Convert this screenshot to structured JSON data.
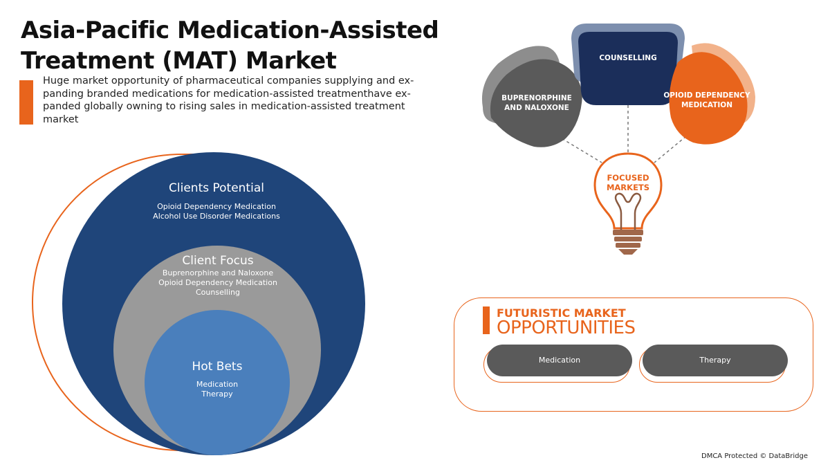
{
  "title": {
    "line1": "Asia-Pacific Medication-Assisted",
    "line2": "Treatment (MAT) Market"
  },
  "subtitle": {
    "line1": "Huge market opportunity of pharmaceutical companies supplying and ex-",
    "line2": "panding branded medications for medication-assisted treatmenthave ex-",
    "line3": "panded globally owning to rising sales in medication-assisted treatment",
    "line4": "market"
  },
  "circles": {
    "outer": {
      "heading": "Clients Potential",
      "items": [
        "Opioid Dependency Medication",
        "Alcohol Use Disorder Medications"
      ]
    },
    "middle": {
      "heading": "Client Focus",
      "items": [
        "Buprenorphine and Naloxone",
        "Opioid Dependency Medication",
        "Counselling"
      ]
    },
    "inner": {
      "heading": "Hot Bets",
      "items": [
        "Medication",
        "Therapy"
      ]
    }
  },
  "focused": {
    "cards": {
      "left": {
        "line1": "BUPRENORPHINE",
        "line2": "AND NALOXONE",
        "color": "#5a5a5a"
      },
      "center": {
        "line1": "COUNSELLING",
        "color": "#1b2e5a"
      },
      "right": {
        "line1": "OPIOID DEPENDENCY",
        "line2": "MEDICATION",
        "color": "#e8641c"
      }
    },
    "bulb": {
      "line1": "FOCUSED",
      "line2": "MARKETS"
    }
  },
  "opportunities": {
    "title_line1": "FUTURISTIC MARKET",
    "title_line2": "OPPORTUNITIES",
    "pills": [
      "Medication",
      "Therapy"
    ]
  },
  "footer": "DMCA Protected © DataBridge",
  "colors": {
    "accent": "#e8641c",
    "navy": "#1f457a",
    "gray": "#9a9a9a",
    "blue": "#4a7fbc"
  }
}
